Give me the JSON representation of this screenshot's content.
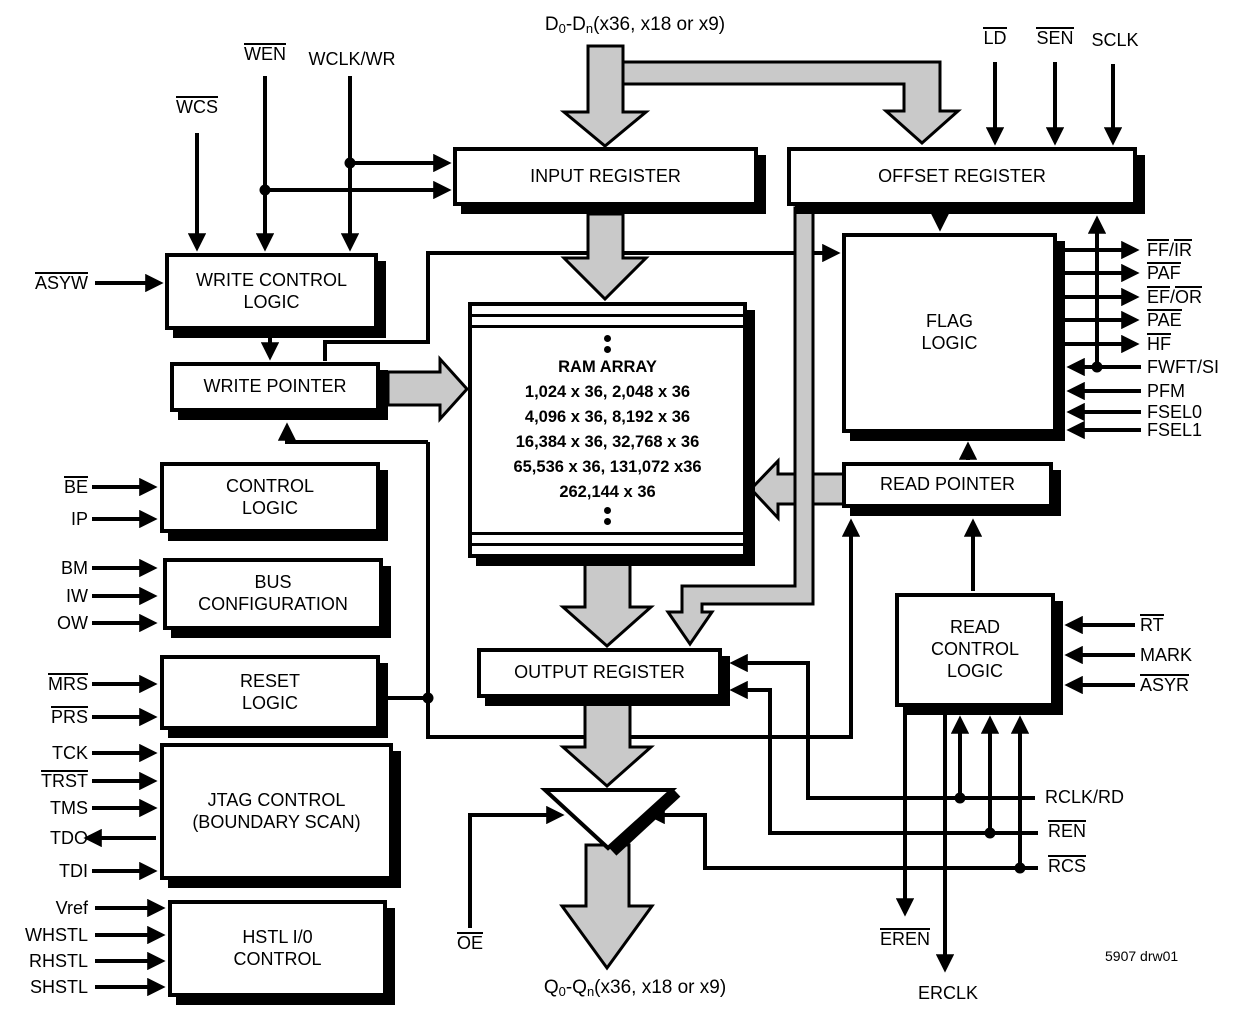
{
  "boxes": {
    "input_register": "INPUT REGISTER",
    "offset_register": "OFFSET REGISTER",
    "write_control_logic": "WRITE CONTROL\nLOGIC",
    "write_pointer": "WRITE POINTER",
    "flag_logic": "FLAG\nLOGIC",
    "read_pointer": "READ POINTER",
    "control_logic": "CONTROL\nLOGIC",
    "bus_configuration": "BUS\nCONFIGURATION",
    "reset_logic": "RESET\nLOGIC",
    "jtag_control": "JTAG CONTROL\n(BOUNDARY SCAN)",
    "hstl_control": "HSTL I/0\nCONTROL",
    "output_register": "OUTPUT REGISTER",
    "read_control_logic": "READ\nCONTROL\nLOGIC"
  },
  "ram": {
    "title": "RAM ARRAY",
    "rows": [
      "1,024 x 36, 2,048 x 36",
      "4,096 x 36, 8,192 x 36",
      "16,384 x 36, 32,768 x 36",
      "65,536 x 36, 131,072 x36",
      "262,144 x 36"
    ]
  },
  "signals": {
    "d_bus": [
      {
        "t": "D"
      },
      {
        "t": "0",
        "sub": true
      },
      {
        "t": " -D"
      },
      {
        "t": "n",
        "sub": true
      },
      {
        "t": "  (x36, x18 or x9)"
      }
    ],
    "q_bus": [
      {
        "t": "Q"
      },
      {
        "t": "0",
        "sub": true
      },
      {
        "t": " -Q"
      },
      {
        "t": "n",
        "sub": true
      },
      {
        "t": " (x36, x18 or x9)"
      }
    ],
    "wcs": [
      {
        "t": "WCS",
        "ov": true
      }
    ],
    "wen": [
      {
        "t": "WEN",
        "ov": true
      }
    ],
    "wclk_wr": [
      {
        "t": "WCLK/WR"
      }
    ],
    "ld": [
      {
        "t": "LD",
        "ov": true
      }
    ],
    "sen": [
      {
        "t": "SEN",
        "ov": true
      }
    ],
    "sclk": [
      {
        "t": "SCLK"
      }
    ],
    "asyw": [
      {
        "t": "ASYW",
        "ov": true
      }
    ],
    "ff_ir": [
      {
        "t": "FF",
        "ov": true
      },
      {
        "t": "/"
      },
      {
        "t": "IR",
        "ov": true
      }
    ],
    "paf": [
      {
        "t": "PAF",
        "ov": true
      }
    ],
    "ef_or": [
      {
        "t": "EF",
        "ov": true
      },
      {
        "t": "/"
      },
      {
        "t": "OR",
        "ov": true
      }
    ],
    "pae": [
      {
        "t": "PAE",
        "ov": true
      }
    ],
    "hf": [
      {
        "t": "HF",
        "ov": true
      }
    ],
    "fwft_si": [
      {
        "t": "FWFT/SI"
      }
    ],
    "pfm": [
      {
        "t": "PFM"
      }
    ],
    "fsel0": [
      {
        "t": "FSEL0"
      }
    ],
    "fsel1": [
      {
        "t": "FSEL1"
      }
    ],
    "be": [
      {
        "t": "BE",
        "ov": true
      }
    ],
    "ip": [
      {
        "t": "IP"
      }
    ],
    "bm": [
      {
        "t": "BM"
      }
    ],
    "iw": [
      {
        "t": "IW"
      }
    ],
    "ow": [
      {
        "t": "OW"
      }
    ],
    "mrs": [
      {
        "t": "MRS",
        "ov": true
      }
    ],
    "prs": [
      {
        "t": "PRS",
        "ov": true
      }
    ],
    "tck": [
      {
        "t": "TCK"
      }
    ],
    "trst": [
      {
        "t": "TRST",
        "ov": true
      }
    ],
    "tms": [
      {
        "t": "TMS"
      }
    ],
    "tdo": [
      {
        "t": "TDO"
      }
    ],
    "tdi": [
      {
        "t": "TDI"
      }
    ],
    "vref": [
      {
        "t": "Vref"
      }
    ],
    "whstl": [
      {
        "t": "WHSTL"
      }
    ],
    "rhstl": [
      {
        "t": "RHSTL"
      }
    ],
    "shstl": [
      {
        "t": "SHSTL"
      }
    ],
    "rt": [
      {
        "t": "RT",
        "ov": true
      }
    ],
    "mark": [
      {
        "t": "MARK"
      }
    ],
    "asyr": [
      {
        "t": "ASYR",
        "ov": true
      }
    ],
    "rclk_rd": [
      {
        "t": "RCLK/RD"
      }
    ],
    "ren": [
      {
        "t": "REN",
        "ov": true
      }
    ],
    "rcs": [
      {
        "t": "RCS",
        "ov": true
      }
    ],
    "eren": [
      {
        "t": "EREN",
        "ov": true
      }
    ],
    "erclk": [
      {
        "t": "ERCLK"
      }
    ],
    "oe": [
      {
        "t": "OE",
        "ov": true
      }
    ]
  },
  "footer": "5907 drw01",
  "colors": {
    "line": "#000000",
    "bus_fill": "#c9c9c9",
    "box_fill": "#ffffff",
    "background": "#ffffff"
  }
}
